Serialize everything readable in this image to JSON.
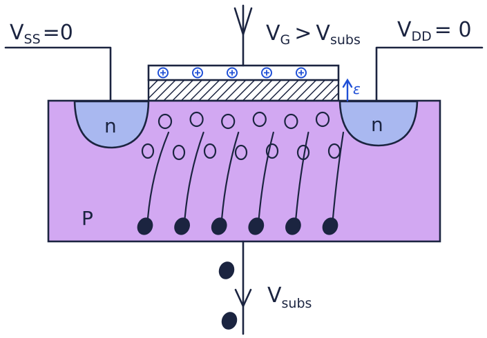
{
  "labels": {
    "source": {
      "main": "V",
      "sub": "SS",
      "value": "=0"
    },
    "gate": {
      "main": "V",
      "sub": "G",
      "relation": ">",
      "main2": "V",
      "sub2": "subs"
    },
    "drain": {
      "main": "V",
      "sub": "DD",
      "value": "= 0"
    },
    "substrate": {
      "main": "V",
      "sub": "subs"
    },
    "field": "ε",
    "left_well": "n",
    "right_well": "n",
    "bulk": "P"
  },
  "counts": {
    "gate_charges": 5,
    "surface_holes": 6,
    "lower_holes": 7,
    "electrons": 6,
    "escaped_carriers": 2
  },
  "colors": {
    "ink": "#1b2440",
    "substrate": "#d2a8f2",
    "n_well": "#a9b8f0",
    "gate_charge": "#1f4fd6",
    "field_arrow": "#1f4fd6"
  }
}
